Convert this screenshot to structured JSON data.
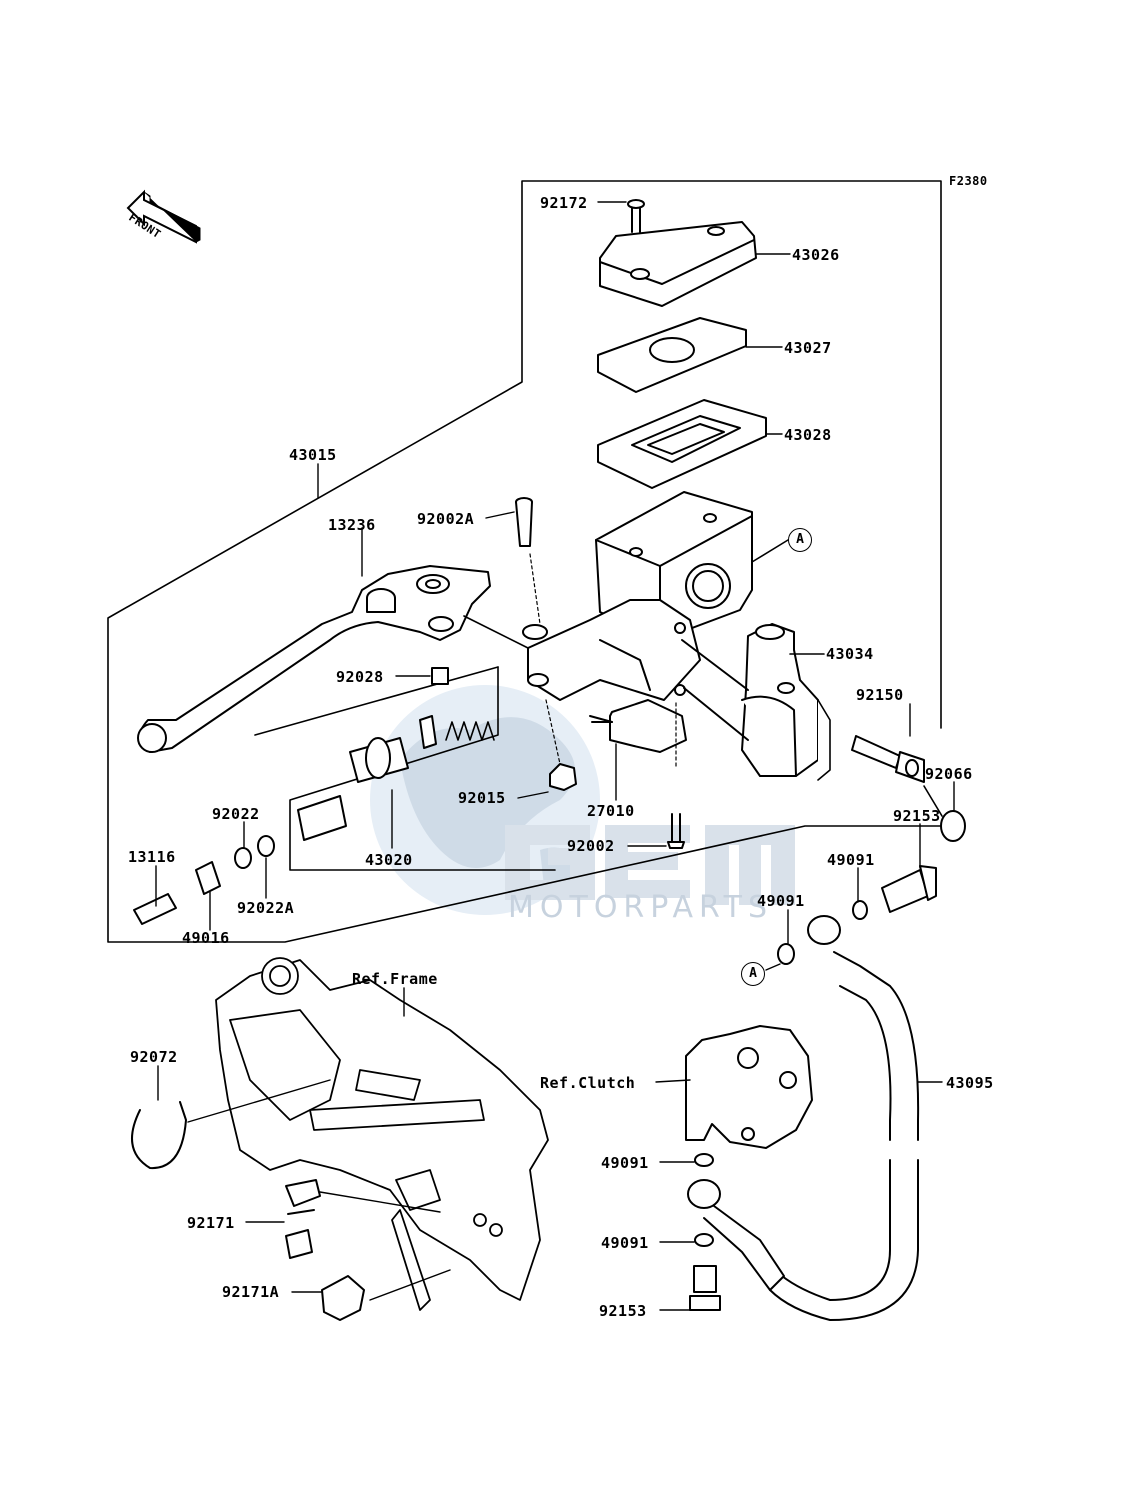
{
  "diagram_code": "F2380",
  "front_label": "FRONT",
  "watermark": {
    "brand": "OEM",
    "sub": "MOTORPARTS"
  },
  "callout_a": "A",
  "parts": {
    "p92172": "92172",
    "p43026": "43026",
    "p43027": "43027",
    "p43028": "43028",
    "p43015": "43015",
    "p13236": "13236",
    "p92002a": "92002A",
    "p43034": "43034",
    "p92028": "92028",
    "p92150": "92150",
    "p92066": "92066",
    "p92015": "92015",
    "p27010": "27010",
    "p92002": "92002",
    "p92153_top": "92153",
    "p92022": "92022",
    "p13116": "13116",
    "p43020": "43020",
    "p92022a": "92022A",
    "p49016": "49016",
    "p49091_a": "49091",
    "p49091_b": "49091",
    "ref_frame": "Ref.Frame",
    "p92072": "92072",
    "ref_clutch": "Ref.Clutch",
    "p43095": "43095",
    "p49091_c": "49091",
    "p92171": "92171",
    "p49091_d": "49091",
    "p92171a": "92171A",
    "p92153_bot": "92153"
  }
}
